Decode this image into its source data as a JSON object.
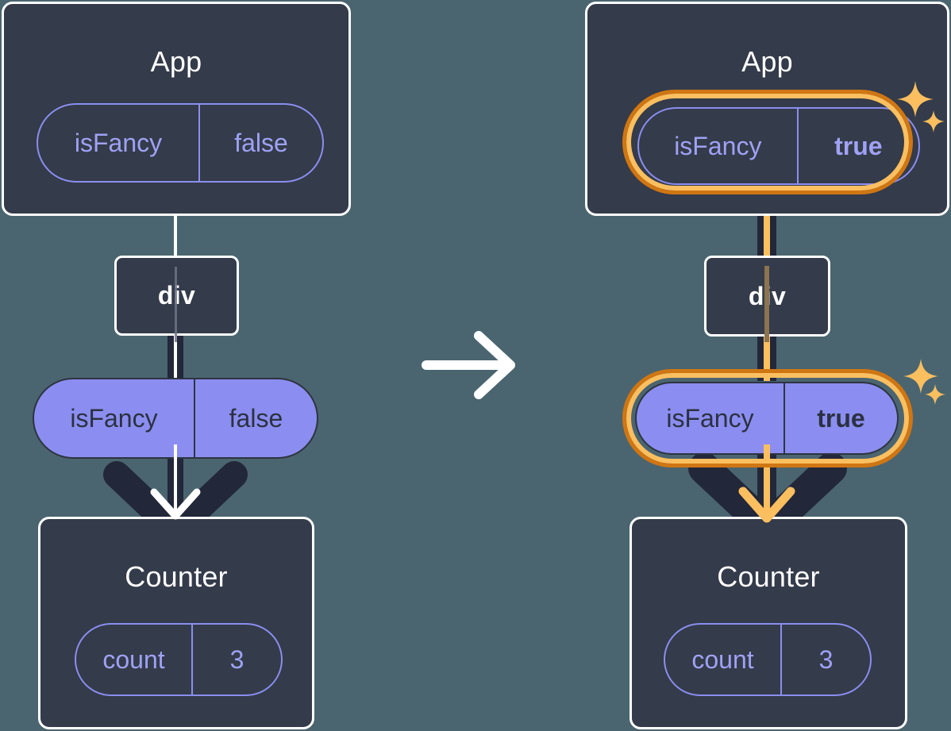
{
  "diagram": {
    "title": "React state update propagation: isFancy false to true",
    "background_color": "#4a6570",
    "panels": [
      {
        "id": "before",
        "component": {
          "name": "App",
          "state_pill": {
            "key": "isFancy",
            "value": "false",
            "style": "outline",
            "highlighted": false
          }
        },
        "element": {
          "tag": "div"
        },
        "prop_pill": {
          "key": "isFancy",
          "value": "false",
          "style": "filled",
          "highlighted": false
        },
        "child": {
          "name": "Counter",
          "state_pill": {
            "key": "count",
            "value": "3",
            "style": "outline",
            "highlighted": false
          }
        },
        "flow_color": "#ffffff",
        "sparkles": false
      },
      {
        "id": "after",
        "component": {
          "name": "App",
          "state_pill": {
            "key": "isFancy",
            "value": "true",
            "style": "outline",
            "highlighted": true
          }
        },
        "element": {
          "tag": "div"
        },
        "prop_pill": {
          "key": "isFancy",
          "value": "true",
          "style": "filled",
          "highlighted": true
        },
        "child": {
          "name": "Counter",
          "state_pill": {
            "key": "count",
            "value": "3",
            "style": "outline",
            "highlighted": false
          }
        },
        "flow_color": "#fbbf60",
        "sparkles": true
      }
    ],
    "transition_arrow": {
      "direction": "right",
      "color": "#ffffff"
    },
    "colors": {
      "background": "#4a6570",
      "box_fill": "#343b4a",
      "box_border": "#ffffff",
      "pill_purple": "#8b8ef0",
      "pill_purple_text": "#9fa2f5",
      "highlight_amber_light": "#fbbf60",
      "highlight_amber_dark": "#cf7613",
      "line_dark": "#22273a"
    }
  }
}
